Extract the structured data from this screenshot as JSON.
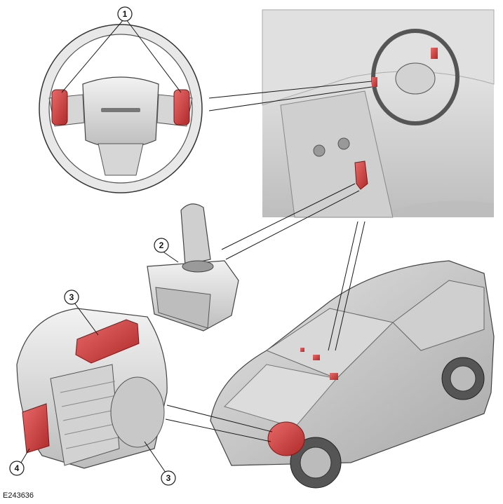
{
  "figure": {
    "code": "E243636"
  },
  "callouts": [
    {
      "id": "callout-1",
      "label": "1"
    },
    {
      "id": "callout-2",
      "label": "2"
    },
    {
      "id": "callout-3a",
      "label": "3"
    },
    {
      "id": "callout-3b",
      "label": "3"
    },
    {
      "id": "callout-4",
      "label": "4"
    }
  ],
  "colors": {
    "highlight": "#d84a4a",
    "line": "#1a1a1a",
    "part_fill": "#d9d9d9",
    "part_dark": "#9a9a9a"
  }
}
